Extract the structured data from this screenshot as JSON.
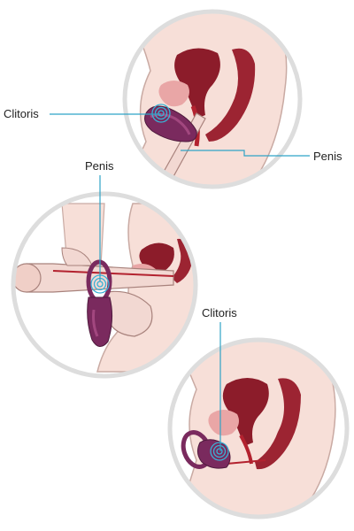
{
  "labels": {
    "top_clitoris": "Clitoris",
    "top_penis": "Penis",
    "middle_penis": "Penis",
    "bottom_clitoris": "Clitoris"
  },
  "colors": {
    "skin": "#f7dfd8",
    "skin_line": "#c9aaa3",
    "circle_border": "#dddddd",
    "organ_dark": "#8c1c2a",
    "organ_mid": "#b3222f",
    "organ_pink": "#e9a6a6",
    "device_purple": "#7a2a5e",
    "device_purple_light": "#a2477f",
    "leader": "#2fa3c6",
    "vibration": "#39b2d6"
  },
  "icons": [
    "vibration-waves-icon",
    "penis-ring-device-icon"
  ]
}
